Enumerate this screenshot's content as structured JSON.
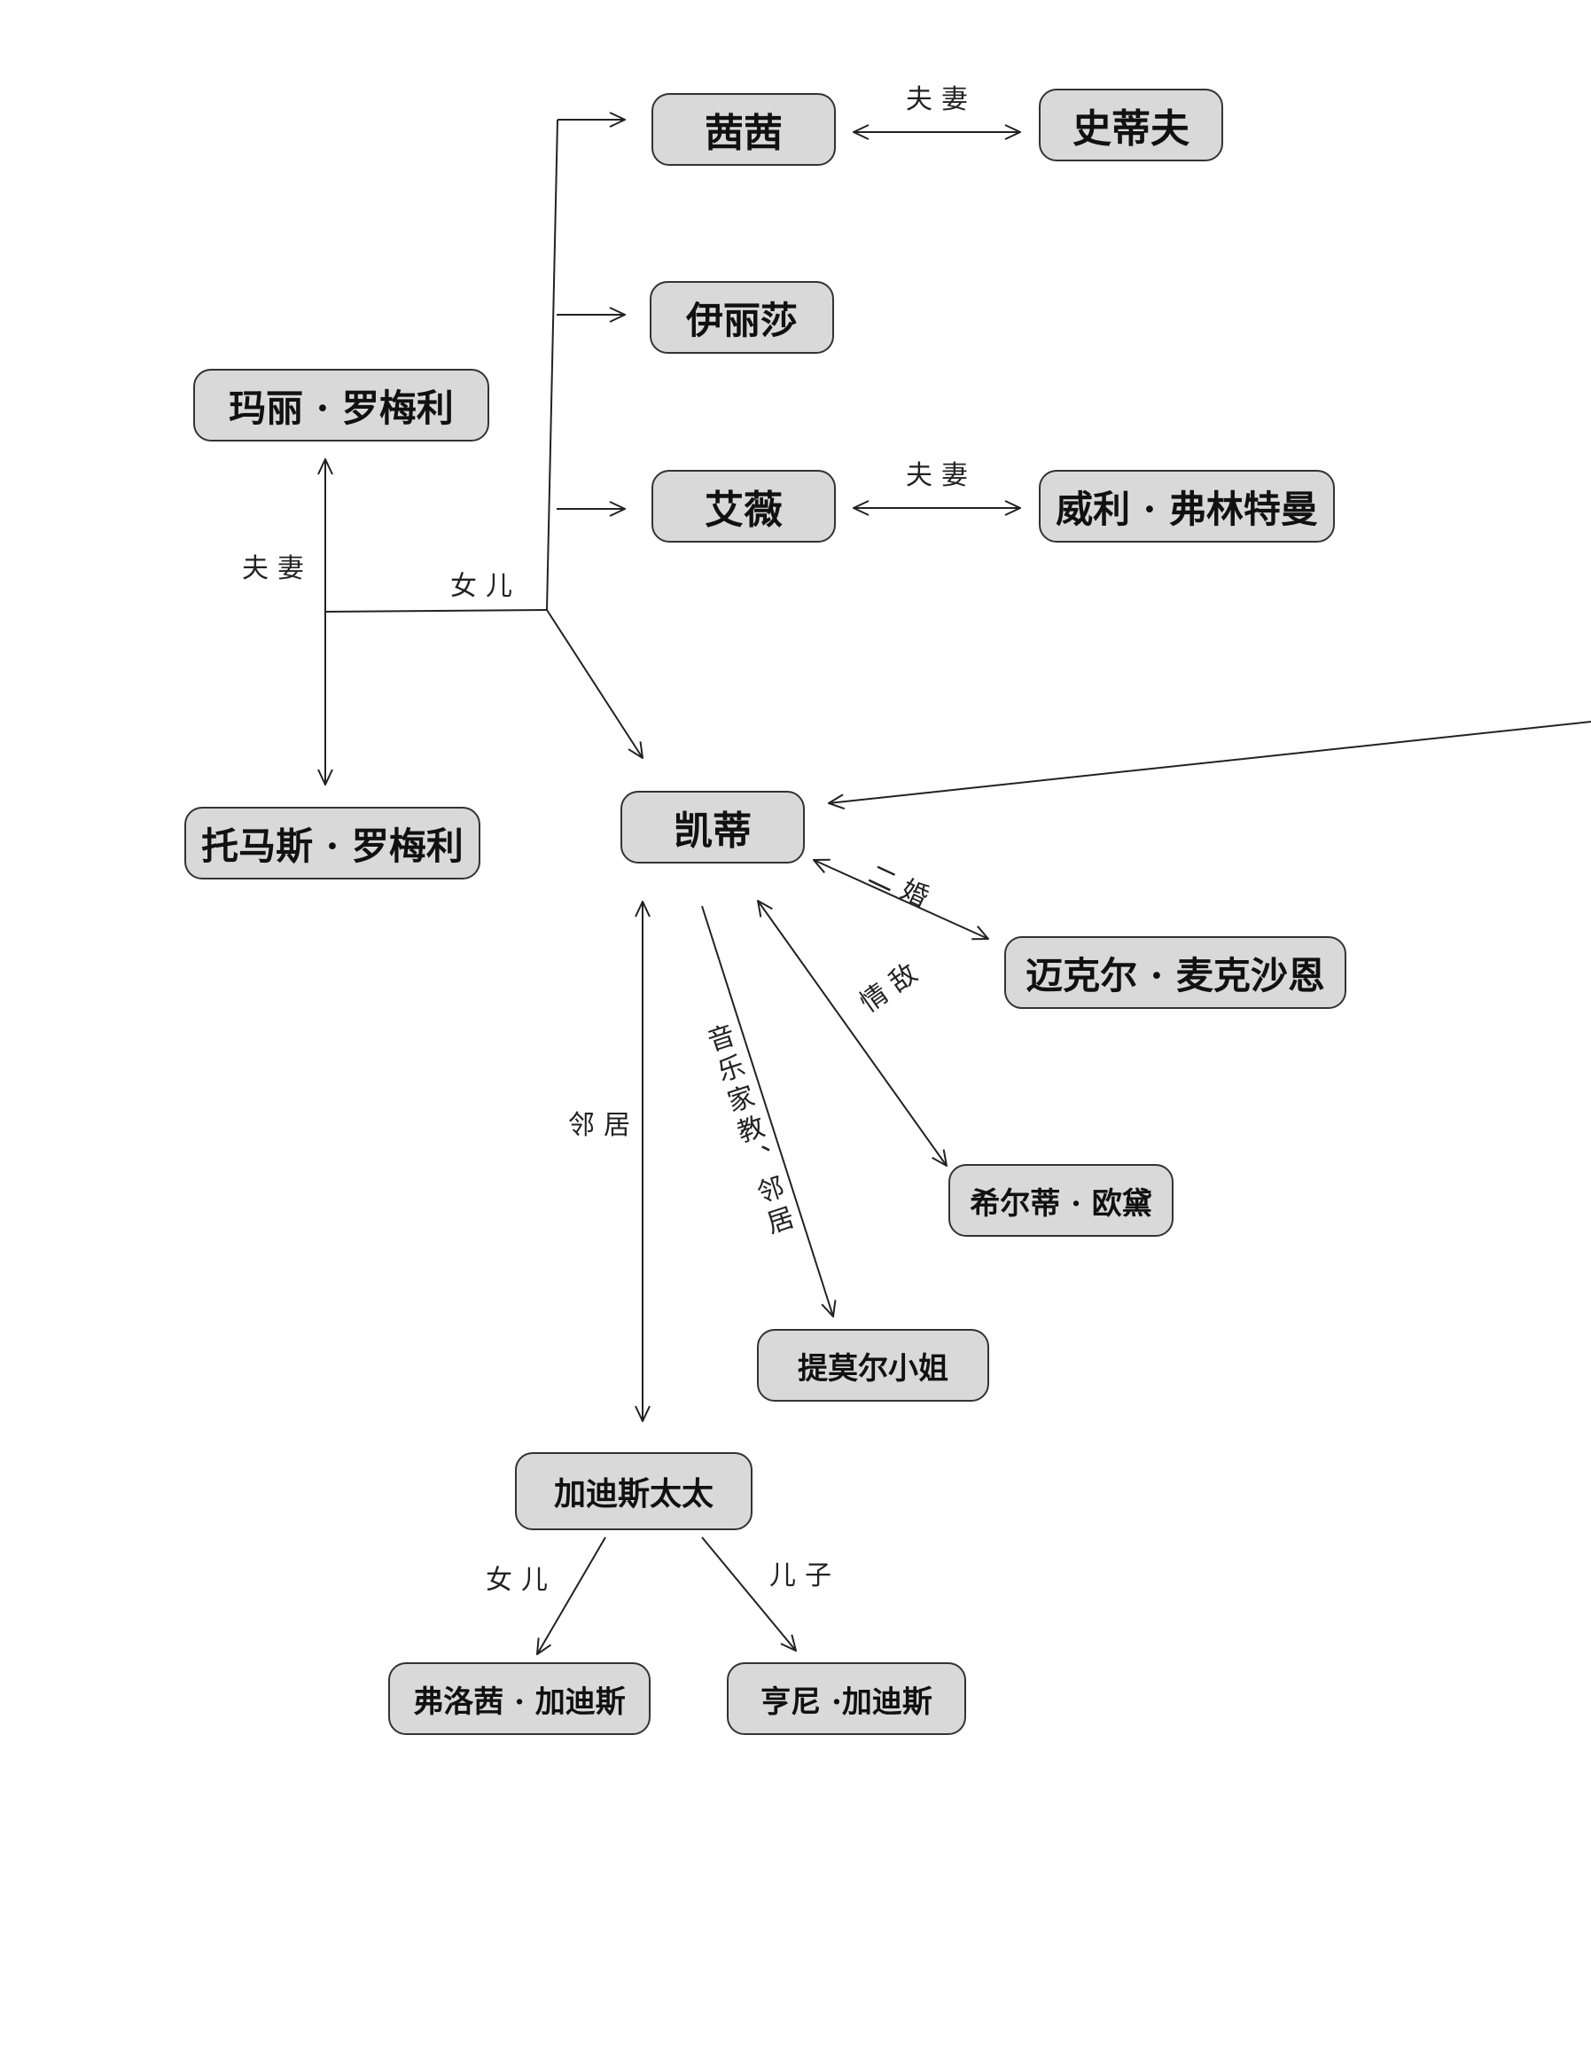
{
  "nodes": {
    "xixi": "茜茜",
    "steve": "史蒂夫",
    "elisa": "伊丽莎",
    "aiwei": "艾薇",
    "willy": "威利 · 弗林特曼",
    "mary": "玛丽 · 罗梅利",
    "thomas": "托马斯 · 罗梅利",
    "kaidi": "凯蒂",
    "michael": "迈克尔 · 麦克沙恩",
    "hildy": "希尔蒂 · 欧黛",
    "timmer": "提莫尔小姐",
    "gaddis": "加迪斯太太",
    "flossie": "弗洛茜 · 加迪斯",
    "henny": "亨尼 ·加迪斯"
  },
  "labels": {
    "couple_xixi_steve": "夫妻",
    "couple_aiwei_willy": "夫妻",
    "couple_mary_thomas": "夫妻",
    "daughter_main": "女儿",
    "second_marriage": "二婚",
    "rival": "情敌",
    "music_teacher_neighbor": "音乐家教、邻居",
    "neighbor": "邻居",
    "daughter_gaddis": "女儿",
    "son_gaddis": "儿子"
  },
  "colors": {
    "node_fill": "#d9d9d9",
    "node_border": "#333333",
    "line": "#222222"
  }
}
